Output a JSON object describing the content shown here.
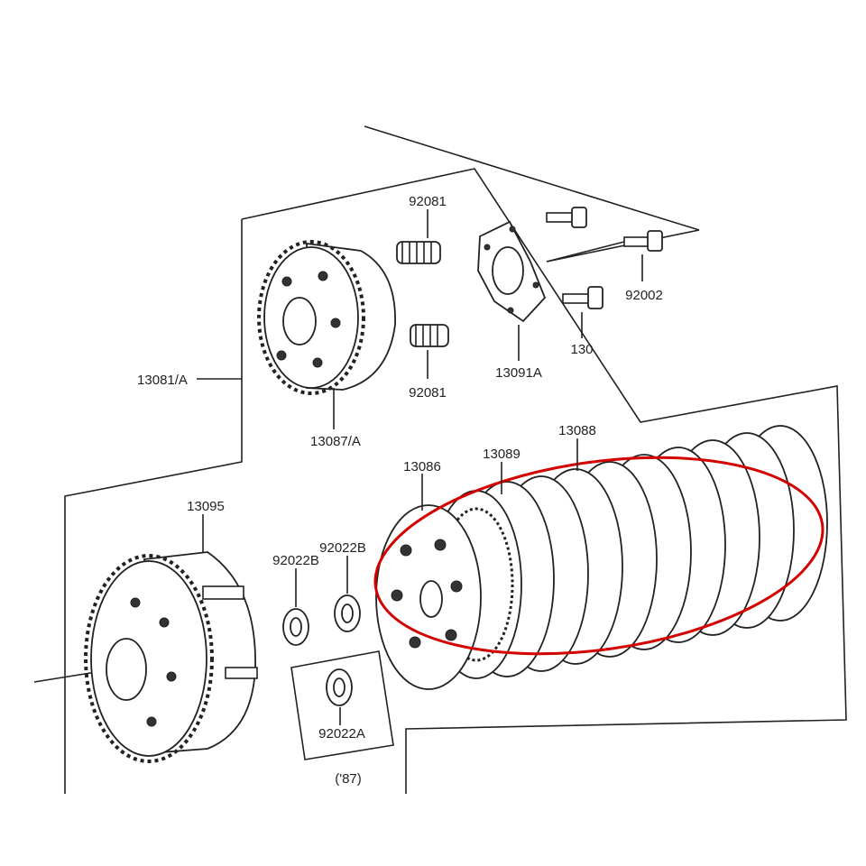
{
  "labels": {
    "spring_top": "92081",
    "spring_bottom": "92081",
    "bolt_right": "92002",
    "bolt_lower": "130",
    "lifter_plate": "13091A",
    "inner_hub_ref": "13081/A",
    "inner_hub": "13087/A",
    "pressure_plate": "13086",
    "plate_13089": "13089",
    "plate_13088": "13088",
    "outer_housing": "13095",
    "washer_left": "92022B",
    "washer_right": "92022B",
    "washer_boxed": "92022A",
    "year_note": "('87)"
  },
  "colors": {
    "line": "#222222",
    "highlight": "#d40000",
    "background": "#ffffff"
  }
}
